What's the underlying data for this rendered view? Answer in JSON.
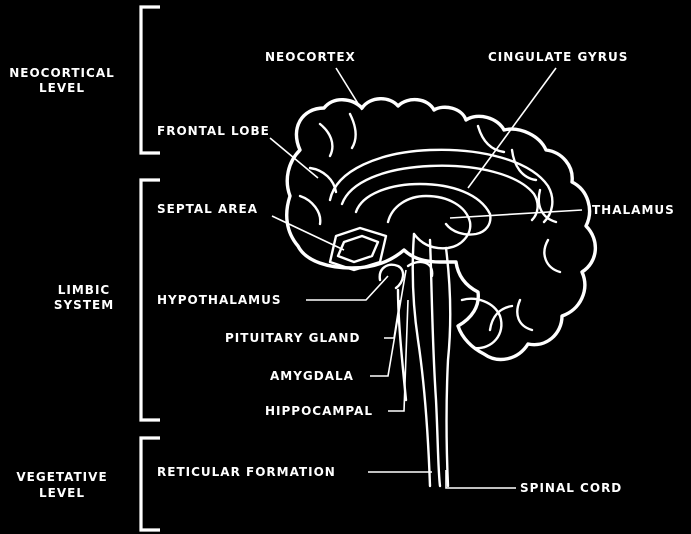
{
  "levels": {
    "neocortical": {
      "line1": "NEOCORTICAL",
      "line2": "LEVEL"
    },
    "limbic": {
      "line1": "LIMBIC",
      "line2": "SYSTEM"
    },
    "vegetative": {
      "line1": "VEGETATIVE",
      "line2": "LEVEL"
    }
  },
  "labels": {
    "neocortex": "NEOCORTEX",
    "cingulate_gyrus": "CINGULATE GYRUS",
    "frontal_lobe": "FRONTAL LOBE",
    "septal_area": "SEPTAL AREA",
    "thalamus": "THALAMUS",
    "hypothalamus": "HYPOTHALAMUS",
    "pituitary_gland": "PITUITARY GLAND",
    "amygdala": "AMYGDALA",
    "hippocampal": "HIPPOCAMPAL",
    "reticular_formation": "RETICULAR FORMATION",
    "spinal_cord": "SPINAL CORD"
  },
  "colors": {
    "background": "#000000",
    "foreground": "#ffffff"
  }
}
